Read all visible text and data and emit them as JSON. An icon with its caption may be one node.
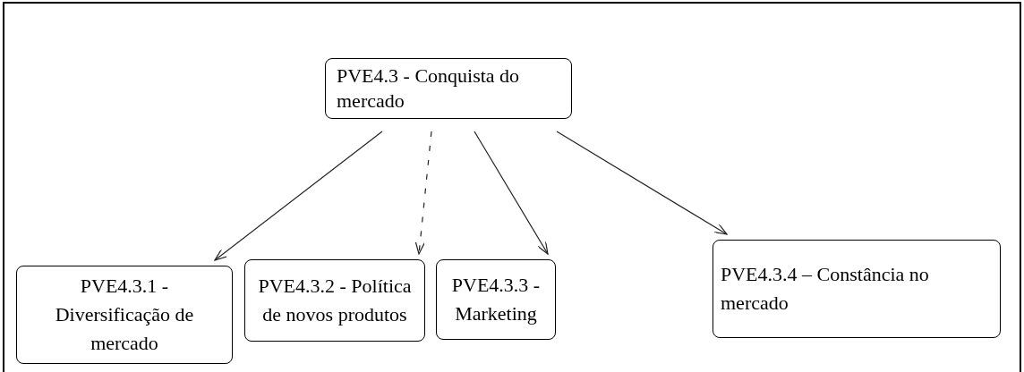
{
  "diagram": {
    "nodes": [
      {
        "text": [
          "PVE4.3 - Conquista do mercado"
        ]
      },
      {
        "text": [
          "PVE4.3.1 - Diversificação de mercado"
        ]
      },
      {
        "text": [
          "PVE4.3.2 - Política de novos produtos"
        ]
      },
      {
        "text": [
          "PVE4.3.3 - Marketing"
        ]
      },
      {
        "text": [
          "PVE4.3.4 – Constância no mercado"
        ]
      }
    ],
    "edges": [
      {
        "from": 0,
        "to": 1,
        "arrow": "to"
      },
      {
        "from": 0,
        "to": 2,
        "arrow": "to",
        "style": "dashed"
      },
      {
        "from": 0,
        "to": 3,
        "arrow": "to"
      },
      {
        "from": 0,
        "to": 4,
        "arrow": "to"
      }
    ]
  }
}
